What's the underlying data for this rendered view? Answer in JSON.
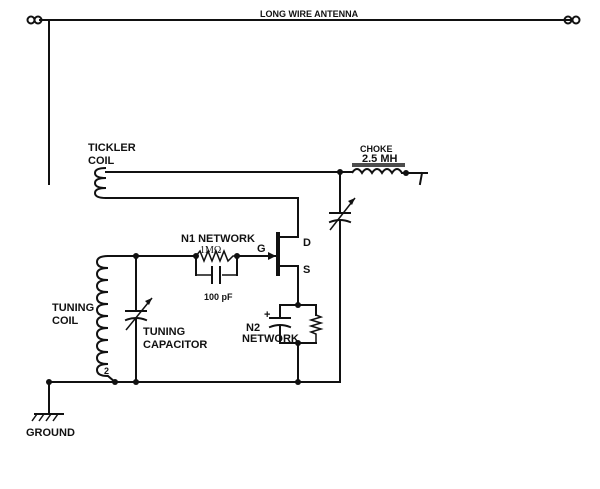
{
  "labels": {
    "antenna": "LONG WIRE ANTENNA",
    "tickler_line1": "TICKLER",
    "tickler_line2": "COIL",
    "choke": "CHOKE",
    "choke_value": "2.5 MH",
    "n1_network": "N1 NETWORK",
    "resistor_value": "1MΩ",
    "capacitor_value": "100 pF",
    "gate": "G",
    "drain": "D",
    "source": "S",
    "tuning_coil_line1": "TUNING",
    "tuning_coil_line2": "COIL",
    "tuning_cap_line1": "TUNING",
    "tuning_cap_line2": "CAPACITOR",
    "n2_line1": "N2",
    "n2_line2": "NETWORK",
    "plus": "+",
    "coil_tap": "2",
    "ground": "GROUND"
  },
  "colors": {
    "ink": "#111111",
    "background": "#ffffff"
  }
}
